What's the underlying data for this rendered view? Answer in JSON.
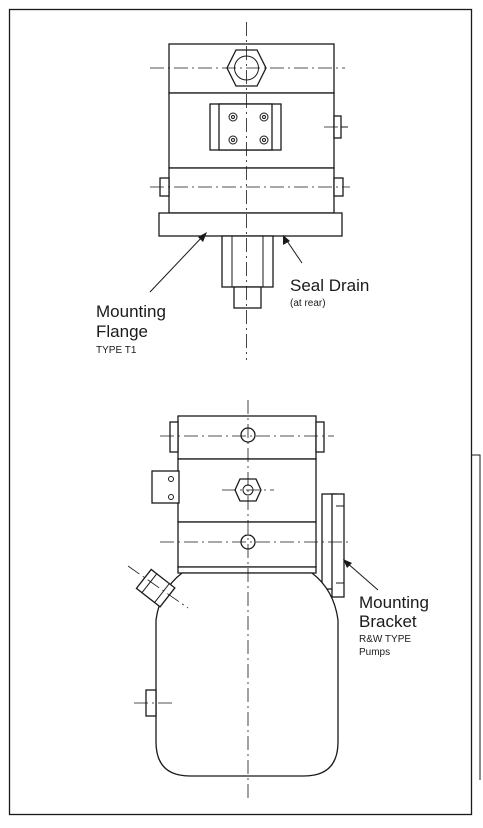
{
  "labels": {
    "seal_drain": {
      "title": "Seal Drain",
      "note": "(at rear)"
    },
    "mounting_flange": {
      "line1": "Mounting",
      "line2": "Flange",
      "note": "TYPE T1"
    },
    "mounting_bracket": {
      "line1": "Mounting",
      "line2": "Bracket",
      "note1": "R&W TYPE",
      "note2": "Pumps"
    }
  }
}
